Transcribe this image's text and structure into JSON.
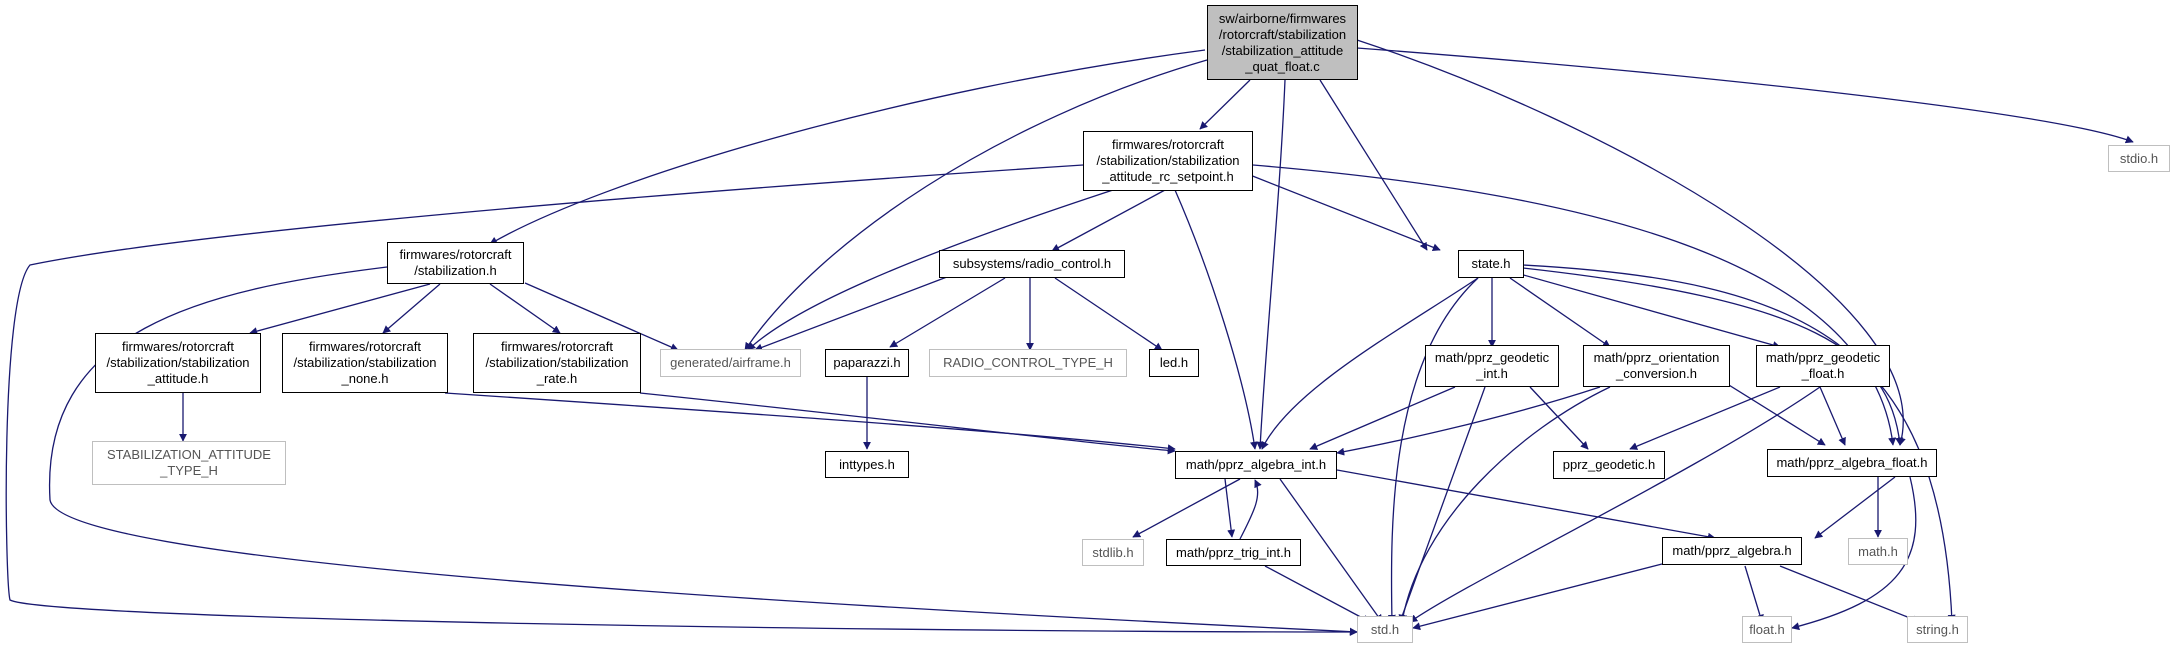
{
  "diagram": {
    "colors": {
      "edge": "#191970",
      "node_border": "#000000",
      "system_border": "#bfbfbf",
      "root_fill": "#bfbfbf"
    },
    "nodes": {
      "root": "sw/airborne/firmwares\n/rotorcraft/stabilization\n/stabilization_attitude\n_quat_float.c",
      "rc_setpoint": "firmwares/rotorcraft\n/stabilization/stabilization\n_attitude_rc_setpoint.h",
      "stdio": "stdio.h",
      "stabilization": "firmwares/rotorcraft\n/stabilization.h",
      "radio_control": "subsystems/radio_control.h",
      "state": "state.h",
      "stab_attitude": "firmwares/rotorcraft\n/stabilization/stabilization\n_attitude.h",
      "stab_none": "firmwares/rotorcraft\n/stabilization/stabilization\n_none.h",
      "stab_rate": "firmwares/rotorcraft\n/stabilization/stabilization\n_rate.h",
      "airframe": "generated/airframe.h",
      "paparazzi": "paparazzi.h",
      "radio_control_type": "RADIO_CONTROL_TYPE_H",
      "led": "led.h",
      "geodetic_int": "math/pprz_geodetic\n_int.h",
      "orientation": "math/pprz_orientation\n_conversion.h",
      "geodetic_float": "math/pprz_geodetic\n_float.h",
      "stab_attitude_type": "STABILIZATION_ATTITUDE\n_TYPE_H",
      "inttypes": "inttypes.h",
      "algebra_int": "math/pprz_algebra_int.h",
      "pprz_geodetic": "pprz_geodetic.h",
      "algebra_float": "math/pprz_algebra_float.h",
      "stdlib": "stdlib.h",
      "trig_int": "math/pprz_trig_int.h",
      "algebra": "math/pprz_algebra.h",
      "math": "math.h",
      "std": "std.h",
      "float": "float.h",
      "string": "string.h"
    }
  }
}
